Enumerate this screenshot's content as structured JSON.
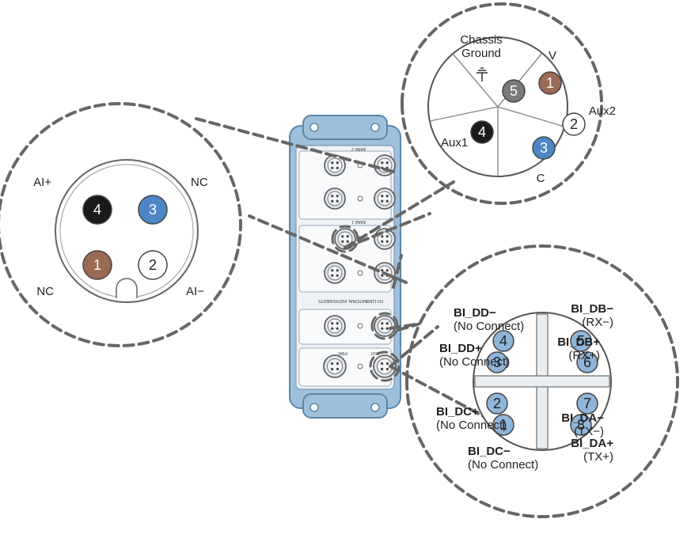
{
  "colors": {
    "enclosure": "#9fc0da",
    "enclosure_edge": "#5d86a8",
    "pin_blue": "#8fb6d8",
    "pin_blue_dark": "#4d86c6",
    "pin_black": "#1a1a1a",
    "pin_brown": "#9a6a55",
    "pin_white": "#ffffff",
    "pin_gray": "#7a7a7a",
    "dash": "#666666"
  },
  "device": {
    "panel_texts": [
      "FD-11605",
      "NATIONAL INSTRUMENTS",
      "BANK 1",
      "BANK 2",
      "OUT",
      "PWR"
    ]
  },
  "ethernet_connector": {
    "pins": [
      {
        "num": "1",
        "signal": "BI_DA+",
        "note": "(TX+)"
      },
      {
        "num": "2",
        "signal": "BI_DA−",
        "note": "(TX−)"
      },
      {
        "num": "3",
        "signal": "BI_DB+",
        "note": "(RX+)"
      },
      {
        "num": "4",
        "signal": "BI_DB−",
        "note": "(RX−)"
      },
      {
        "num": "5",
        "signal": "BI_DD−",
        "note": "(No Connect)"
      },
      {
        "num": "6",
        "signal": "BI_DD+",
        "note": "(No Connect)"
      },
      {
        "num": "7",
        "signal": "BI_DC+",
        "note": "(No Connect)"
      },
      {
        "num": "8",
        "signal": "BI_DC−",
        "note": "(No Connect)"
      }
    ]
  },
  "analog_connector": {
    "pins": [
      {
        "num": "1",
        "label": "NC"
      },
      {
        "num": "2",
        "label": "AI−"
      },
      {
        "num": "3",
        "label": "NC"
      },
      {
        "num": "4",
        "label": "AI+"
      }
    ]
  },
  "power_connector": {
    "pins": [
      {
        "num": "1",
        "label": "V"
      },
      {
        "num": "2",
        "label": "Aux2"
      },
      {
        "num": "3",
        "label": "C"
      },
      {
        "num": "4",
        "label": "Aux1"
      },
      {
        "num": "5",
        "label_line1": "Chassis",
        "label_line2": "Ground"
      }
    ]
  }
}
